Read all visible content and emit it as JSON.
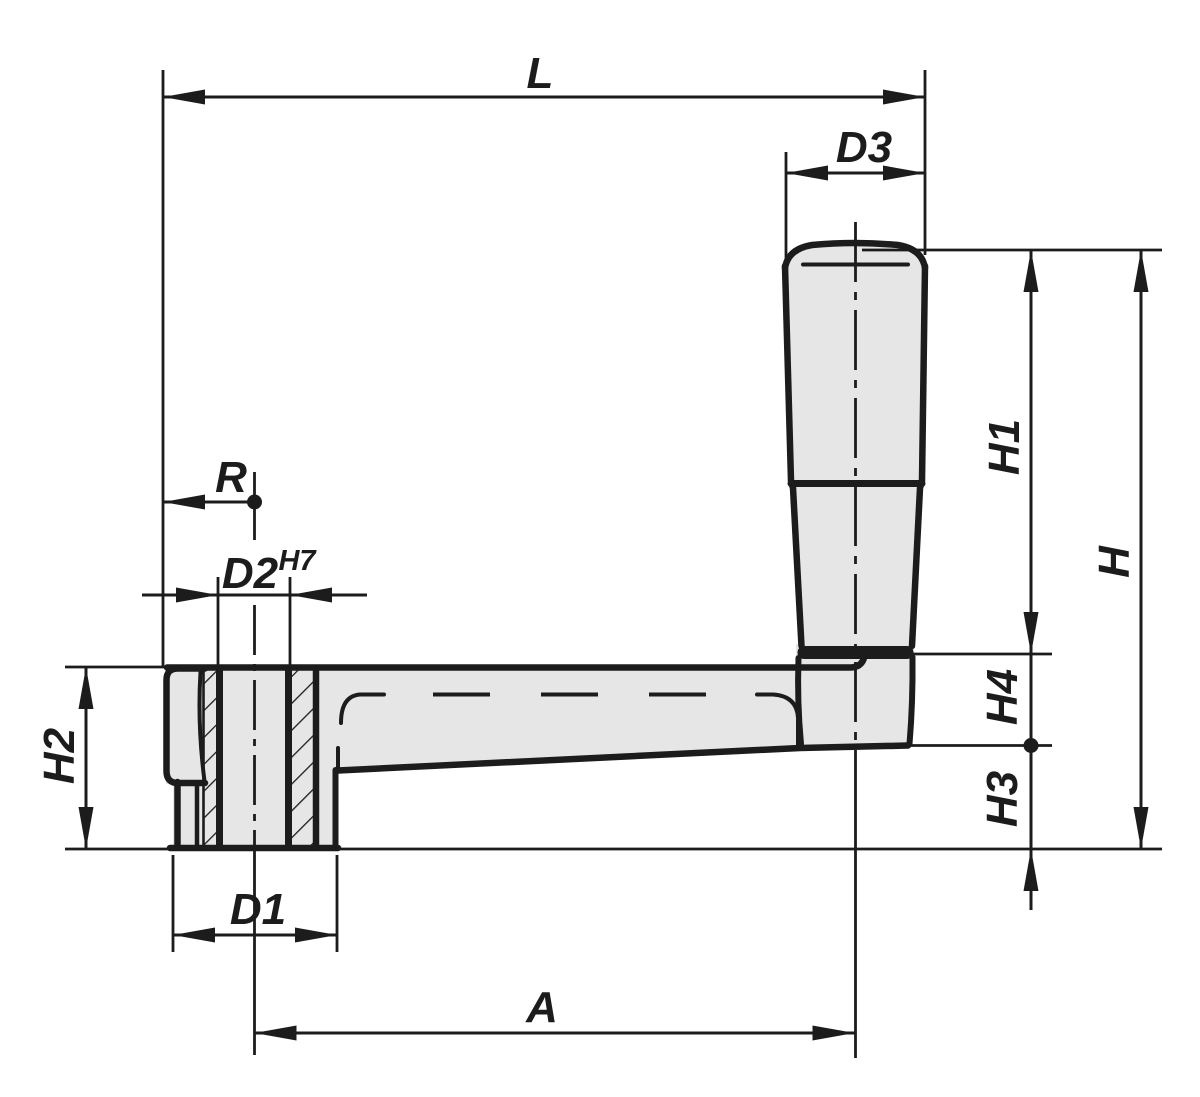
{
  "drawing": {
    "type": "technical-dimension-drawing",
    "subject": "crank-handle-side-section-view",
    "colors": {
      "background": "#ffffff",
      "line": "#1c1c1c",
      "part_fill": "#e6e6e6"
    },
    "labels": {
      "overall_length": "L",
      "knob_top_diameter": "D3",
      "hub_radius": "R",
      "bore_diameter": "D2",
      "bore_tolerance": "H7",
      "knob_height": "H1",
      "total_height": "H",
      "hub_height": "H2",
      "boss_height": "H4",
      "base_height": "H3",
      "hub_diameter": "D1",
      "crank_radius": "A"
    }
  }
}
